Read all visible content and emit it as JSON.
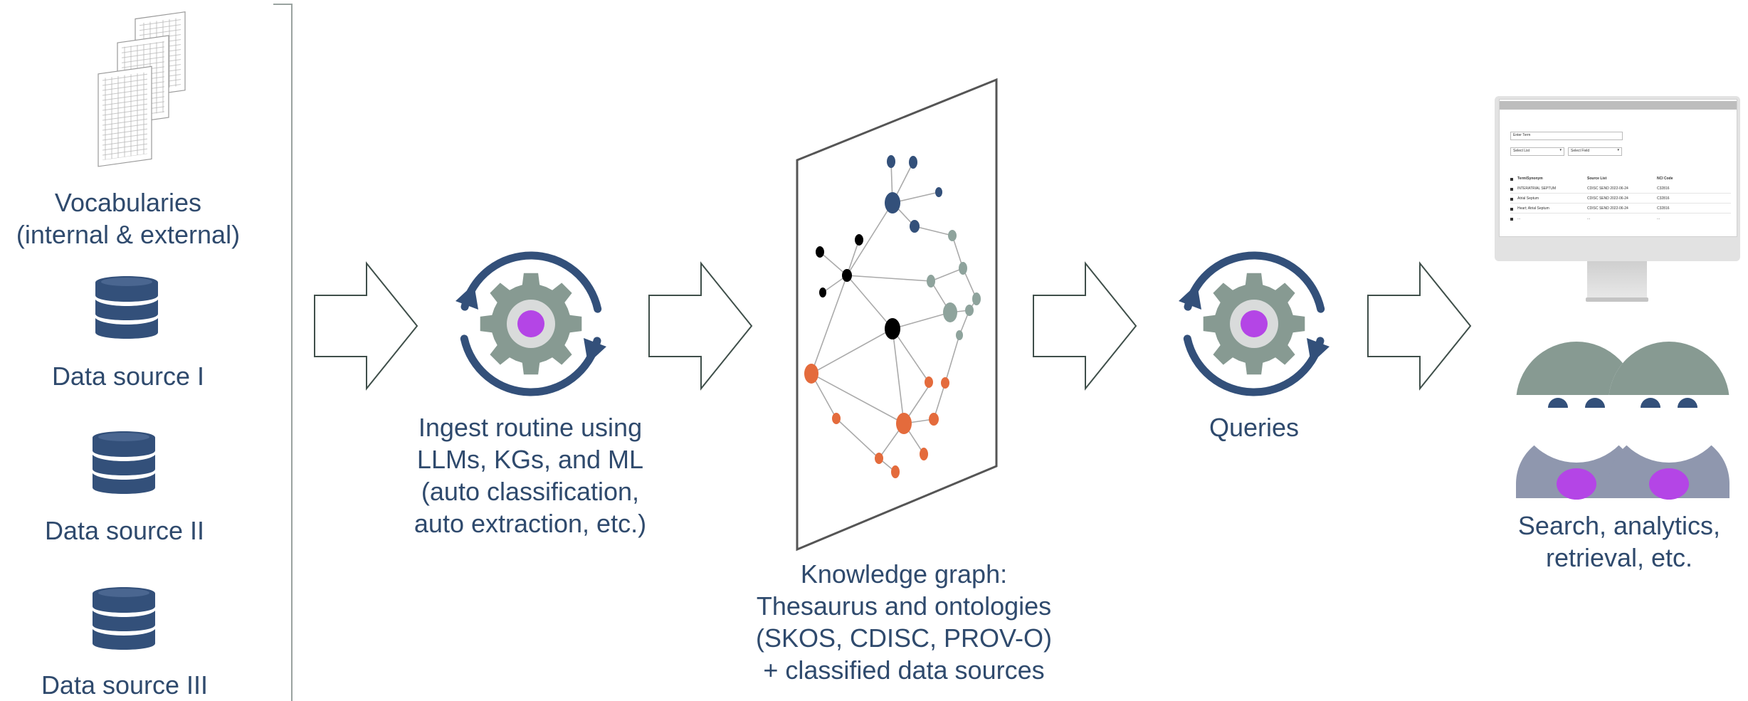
{
  "colors": {
    "navy": "#33507a",
    "gear_gray": "#879a92",
    "accent_purple": "#b445e6",
    "node_orange": "#e46b3c",
    "node_teal": "#8ea39c",
    "outline": "#3f4f4a",
    "text": "#2f4a6d"
  },
  "sources": {
    "vocabularies": "Vocabularies\n(internal & external)",
    "source_1": "Data source I",
    "source_2": "Data source II",
    "source_3": "Data source III"
  },
  "ingest": {
    "label": "Ingest routine using\nLLMs, KGs, and ML\n(auto classification,\nauto extraction, etc.)",
    "icon": "gear-cycle-icon"
  },
  "knowledge_graph": {
    "label": "Knowledge graph:\nThesaurus and ontologies\n(SKOS, CDISC, PROV-O)\n+ classified data sources"
  },
  "queries": {
    "label": "Queries",
    "icon": "gear-cycle-icon"
  },
  "output": {
    "label": "Search, analytics,\nretrieval, etc."
  },
  "monitor": {
    "search_placeholder": "Enter Term",
    "select_list": "Select List",
    "select_field": "Select Field",
    "columns": [
      "Term/Synonym",
      "Source List",
      "NCI Code"
    ],
    "rows": [
      [
        "INTERATRIAL SEPTUM",
        "CDISC SEND 2022-06-24",
        "C32816"
      ],
      [
        "Atrial Septum",
        "CDISC SEND 2022-06-24",
        "C32816"
      ],
      [
        "Heart; Atrial Septum",
        "CDISC SEND 2022-06-24",
        "C32816"
      ],
      [
        "...",
        "...",
        "..."
      ]
    ]
  }
}
